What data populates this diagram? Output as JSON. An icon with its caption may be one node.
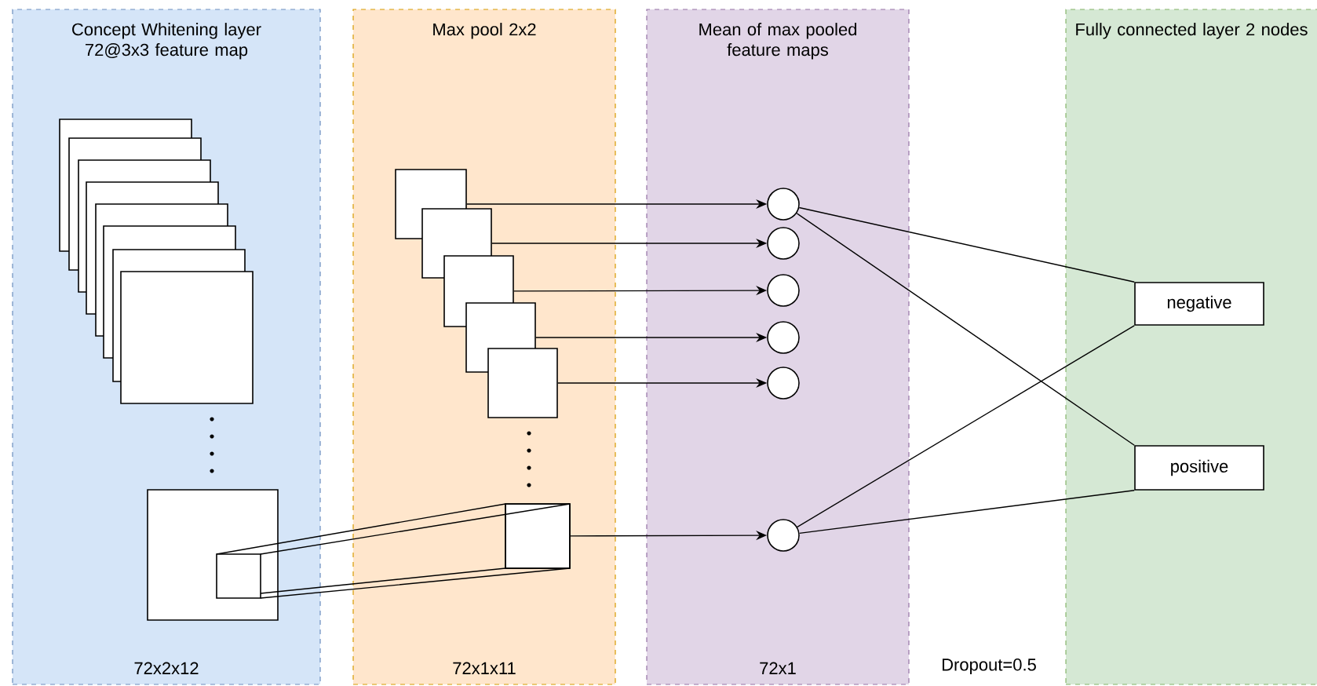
{
  "diagram": {
    "nodes": [
      {
        "text": [
          "Concept Whitening layer 72@3x3 feature map",
          "72x2x12"
        ]
      },
      {
        "text": [
          "Max pool 2x2",
          "72x1x11"
        ]
      },
      {
        "text": [
          "Mean of max pooled feature maps",
          "72x1"
        ]
      },
      {
        "text": [
          "Fully connected layer 2 nodes"
        ]
      },
      {
        "text": [],
        "shape": "box",
        "in": 1
      },
      {
        "text": [],
        "shape": "box",
        "in": 1
      },
      {
        "text": [],
        "shape": "box",
        "in": 1
      },
      {
        "text": [],
        "shape": "box",
        "in": 1
      },
      {
        "text": [],
        "shape": "box",
        "in": 1
      },
      {
        "text": [],
        "shape": "box",
        "in": 1
      },
      {
        "text": [],
        "shape": "circle",
        "in": 2
      },
      {
        "text": [],
        "shape": "circle",
        "in": 2
      },
      {
        "text": [],
        "shape": "circle",
        "in": 2
      },
      {
        "text": [],
        "shape": "circle",
        "in": 2
      },
      {
        "text": [],
        "shape": "circle",
        "in": 2
      },
      {
        "text": [],
        "shape": "circle",
        "in": 2
      },
      {
        "text": [
          "negative"
        ],
        "in": 3
      },
      {
        "text": [
          "positive"
        ],
        "in": 3
      }
    ],
    "edges": [
      {
        "from": 4,
        "to": 10,
        "arrow": "to"
      },
      {
        "from": 5,
        "to": 11,
        "arrow": "to"
      },
      {
        "from": 6,
        "to": 12,
        "arrow": "to"
      },
      {
        "from": 7,
        "to": 13,
        "arrow": "to"
      },
      {
        "from": 8,
        "to": 14,
        "arrow": "to"
      },
      {
        "from": 9,
        "to": 15,
        "arrow": "to"
      },
      {
        "from": 10,
        "to": 16,
        "arrow": "none"
      },
      {
        "from": 10,
        "to": 17,
        "arrow": "none"
      },
      {
        "from": 15,
        "to": 16,
        "arrow": "none"
      },
      {
        "from": 15,
        "to": 17,
        "arrow": "none"
      }
    ],
    "labels": [
      "Dropout=0.5"
    ]
  }
}
